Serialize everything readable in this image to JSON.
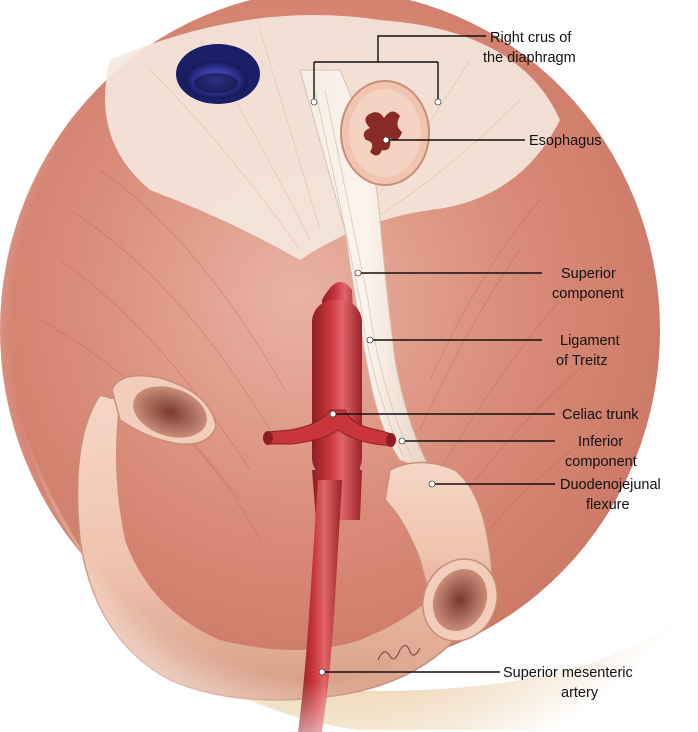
{
  "figure": {
    "title": "",
    "labels": [
      {
        "id": "right-crus",
        "lines": [
          "Right crus of",
          "the diaphragm"
        ]
      },
      {
        "id": "esophagus",
        "lines": [
          "Esophagus"
        ]
      },
      {
        "id": "superior-component",
        "lines": [
          "Superior",
          "component"
        ]
      },
      {
        "id": "ligament-of-treitz",
        "lines": [
          "Ligament",
          "of Treitz"
        ]
      },
      {
        "id": "celiac-trunk",
        "lines": [
          "Celiac trunk"
        ]
      },
      {
        "id": "inferior-component",
        "lines": [
          "Inferior",
          "component"
        ]
      },
      {
        "id": "duodenojejunal-flexure",
        "lines": [
          "Duodenojejunal",
          "flexure"
        ]
      },
      {
        "id": "superior-mesenteric-artery",
        "lines": [
          "Superior mesenteric",
          "artery"
        ]
      }
    ],
    "colors": {
      "background": "#ffffff",
      "muscle": "#d98a78",
      "muscle_dark": "#b8564a",
      "tendon": "#f3e6da",
      "aorta": "#c8353a",
      "aorta_dark": "#8e1e24",
      "bowel": "#efc2ad",
      "bowel_dark": "#c98d78",
      "vena_cava": "#2a2f8a",
      "leader": "#111111"
    }
  }
}
